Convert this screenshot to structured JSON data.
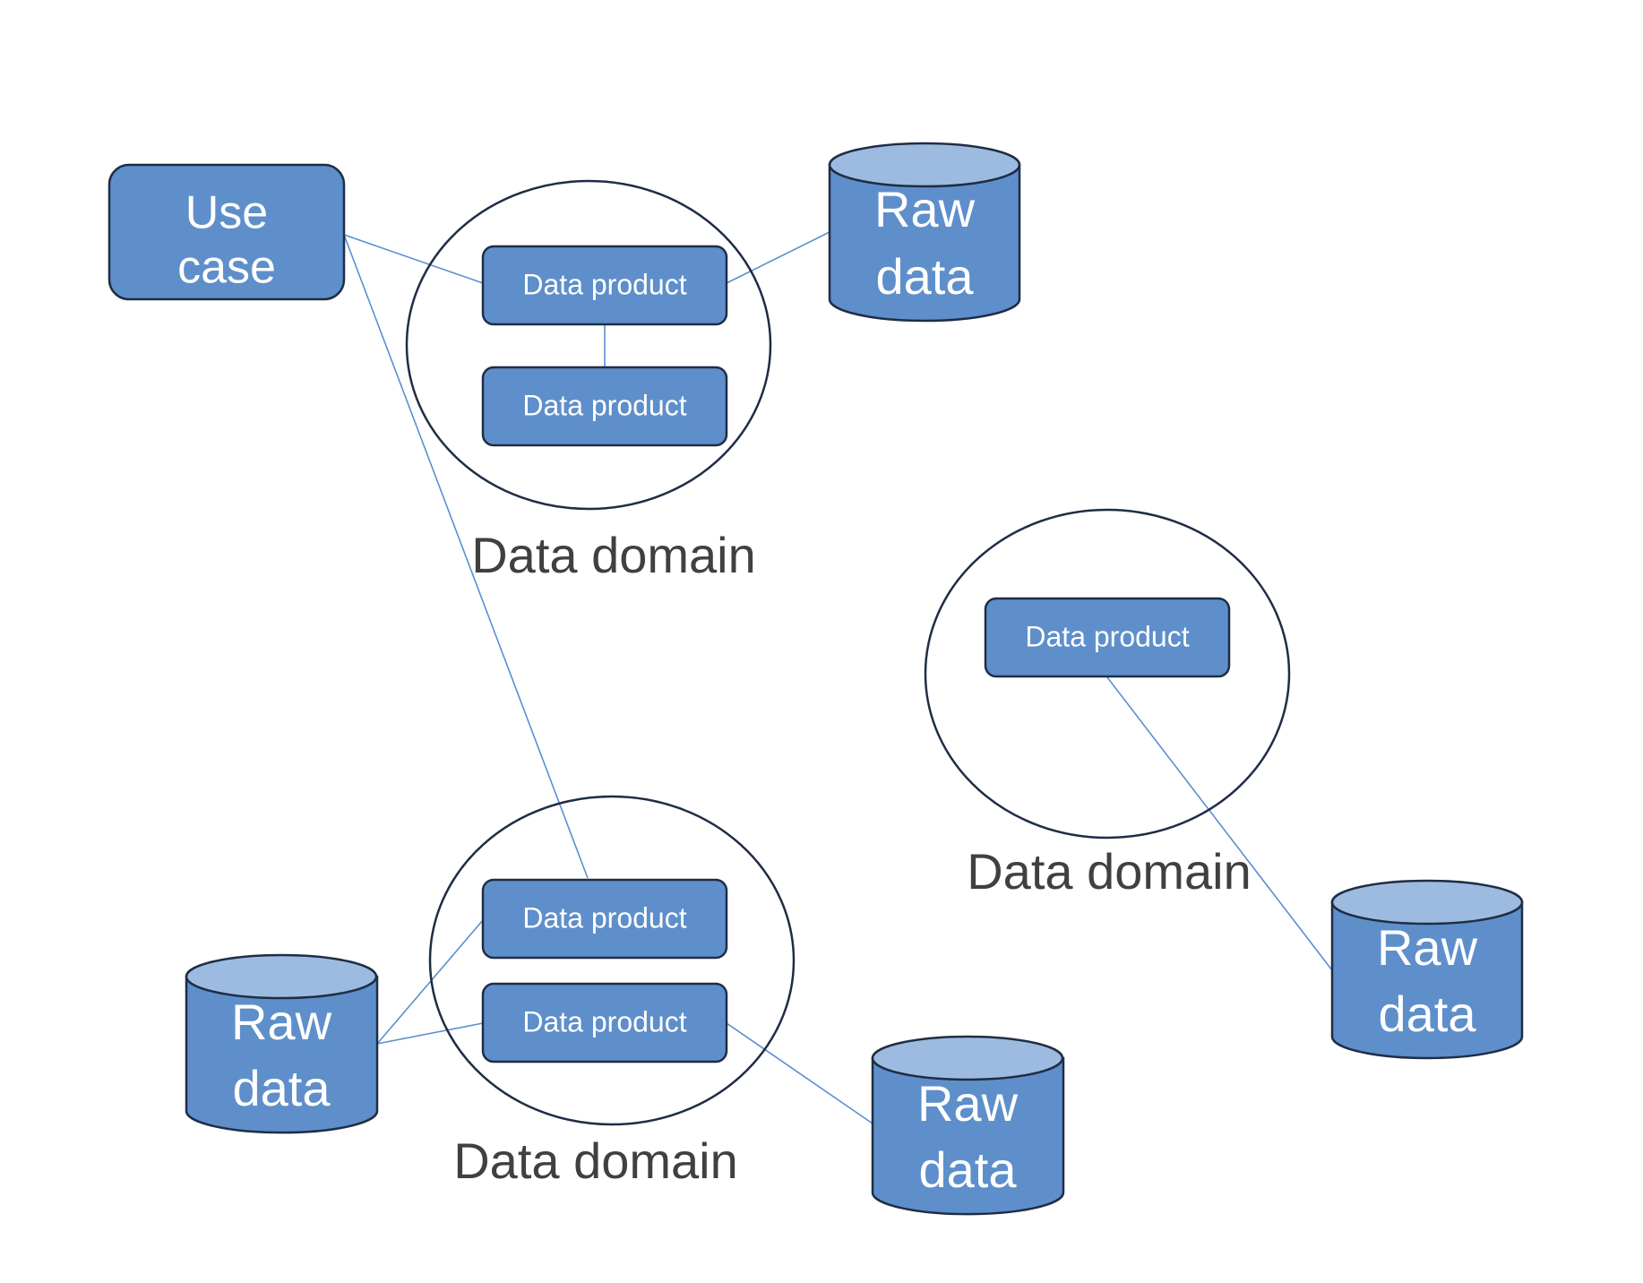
{
  "colors": {
    "fill": "#5e8fcb",
    "cylinder_top": "#9dbbe0",
    "stroke": "#1f2d45",
    "connector": "#5b8fd0",
    "domain_label": "#404040"
  },
  "use_case": {
    "label_line1": "Use",
    "label_line2": "case"
  },
  "domain_a": {
    "label": "Data domain",
    "product_1": "Data product",
    "product_2": "Data product",
    "raw": {
      "line1": "Raw",
      "line2": "data"
    }
  },
  "domain_b": {
    "label": "Data domain",
    "product_1": "Data product",
    "raw": {
      "line1": "Raw",
      "line2": "data"
    }
  },
  "domain_c": {
    "label": "Data domain",
    "product_1": "Data product",
    "product_2": "Data product",
    "raw_left": {
      "line1": "Raw",
      "line2": "data"
    },
    "raw_right": {
      "line1": "Raw",
      "line2": "data"
    }
  }
}
